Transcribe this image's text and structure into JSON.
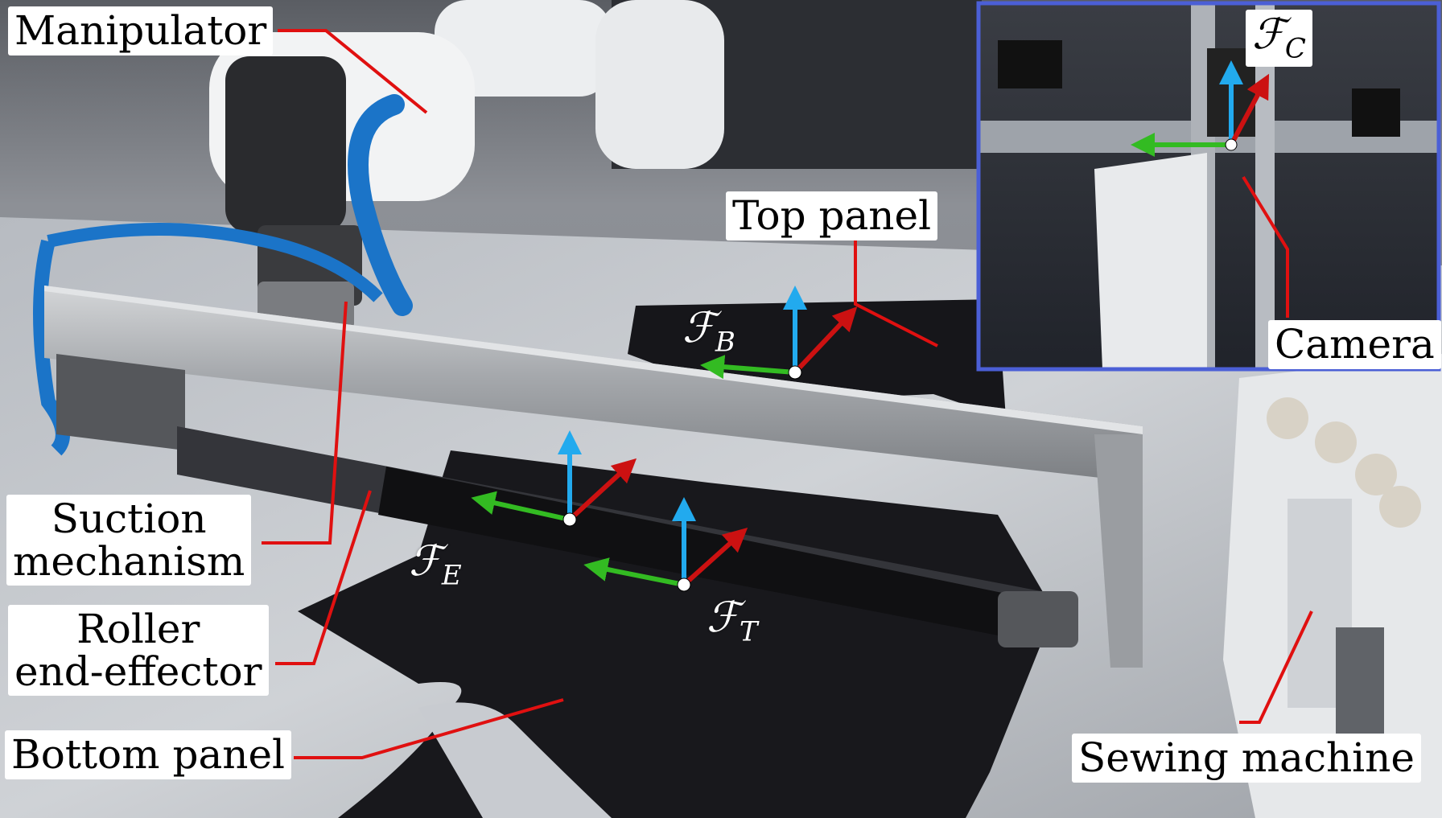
{
  "labels": {
    "manipulator": "Manipulator",
    "top_panel": "Top panel",
    "suction_line1": "Suction",
    "suction_line2": "mechanism",
    "roller_line1": "Roller",
    "roller_line2": "end-effector",
    "bottom_panel": "Bottom panel",
    "camera": "Camera",
    "sewing_machine": "Sewing machine"
  },
  "frames": {
    "b": {
      "symbol": "ℱ",
      "sub": "B"
    },
    "e": {
      "symbol": "ℱ",
      "sub": "E"
    },
    "t": {
      "symbol": "ℱ",
      "sub": "T"
    },
    "c": {
      "symbol": "ℱ",
      "sub": "C"
    }
  },
  "colors": {
    "leader_line": "#e01010",
    "axis_x": "#cc1111",
    "axis_y": "#33bb22",
    "axis_z": "#22aaee",
    "inset_border": "#4b5fd6",
    "cloth": "#16161a",
    "table": "#b8bcc2"
  }
}
